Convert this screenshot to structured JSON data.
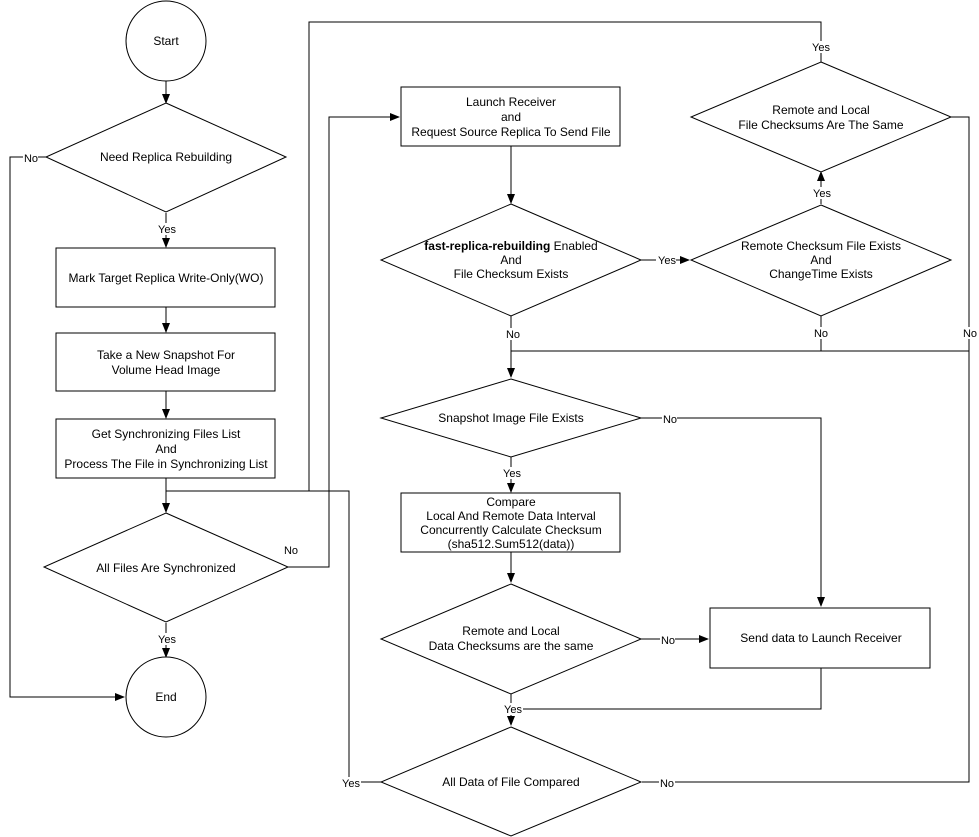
{
  "nodes": {
    "start": "Start",
    "need_rebuild": "Need Replica Rebuilding",
    "mark_wo": "Mark Target Replica Write-Only(WO)",
    "snapshot": [
      "Take a New Snapshot For",
      "Volume Head Image"
    ],
    "get_list": [
      "Get Synchronizing Files List",
      "And",
      "Process The File in Synchronizing List"
    ],
    "all_synced": "All Files Are Synchronized",
    "end": "End",
    "launch_receiver": [
      "Launch Receiver",
      "and",
      "Request Source Replica To Send File"
    ],
    "fast_rebuild_bold": "fast-replica-rebuilding",
    "fast_rebuild_rest": " Enabled",
    "fast_rebuild_l2": "And",
    "fast_rebuild_l3": "File Checksum Exists",
    "remote_checksum": [
      "Remote Checksum File Exists",
      "And",
      "ChangeTime Exists"
    ],
    "checksums_same": [
      "Remote and Local",
      "File Checksums Are The Same"
    ],
    "snapshot_exists": "Snapshot Image File Exists",
    "compare": [
      "Compare",
      "Local And Remote Data Interval",
      "Concurrently Calculate Checksum",
      "(sha512.Sum512(data))"
    ],
    "data_checksums": [
      "Remote and Local",
      "Data Checksums are the same"
    ],
    "send_data": "Send data to Launch Receiver",
    "all_compared": "All Data of File Compared"
  },
  "edge_labels": {
    "yes": "Yes",
    "no": "No"
  }
}
